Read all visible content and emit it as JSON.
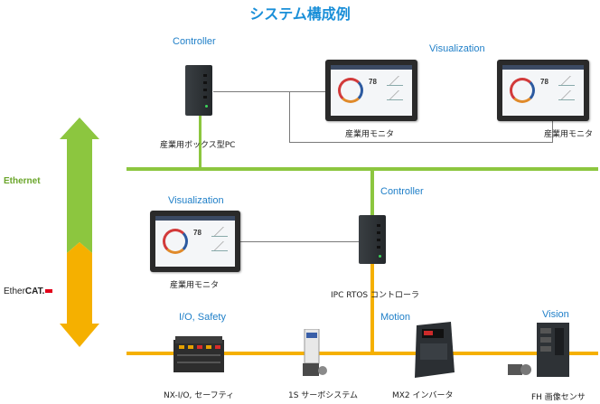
{
  "title": "システム構成例",
  "labels": {
    "controller_top": "Controller",
    "visualization_top": "Visualization",
    "visualization_mid": "Visualization",
    "controller_mid": "Controller",
    "io_safety": "I/O, Safety",
    "motion": "Motion",
    "vision": "Vision",
    "ethernet": "Ethernet",
    "ethercat_prefix": "Ether",
    "ethercat_suffix": "CAT."
  },
  "captions": {
    "box_pc": "産業用ボックス型PC",
    "monitor1": "産業用モニタ",
    "monitor2": "産業用モニタ",
    "monitor3": "産業用モニタ",
    "ipc_rtos": "IPC RTOS コントローラ",
    "nx_io": "NX-I/O, セーフティ",
    "servo": "1S サーボシステム",
    "inverter": "MX2 インバータ",
    "vision_sensor": "FH 画像センサ"
  },
  "screen": {
    "value": "78"
  },
  "colors": {
    "ethernet": "#8cc63f",
    "ethercat": "#f5b000",
    "link": "#7a7a7a",
    "heading": "#1a8fd8"
  }
}
